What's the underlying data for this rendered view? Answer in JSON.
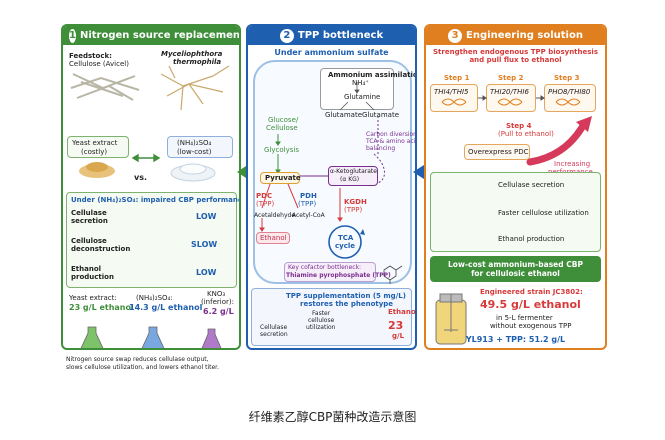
{
  "panel1": {
    "num": "1",
    "title": "Nitrogen source replacement",
    "feedstock": "Feedstock:",
    "cellulose": "Cellulose (Avicel)",
    "organism1": "Myceliophthora",
    "organism2": "thermophila",
    "yeast1": "Yeast extract",
    "yeast2": "(costly)",
    "vs": "vs.",
    "amm1": "(NH₄)₂SO₄",
    "amm2": "(low-cost)",
    "impaired": "Under (NH₄)₂SO₄: impaired CBP performance",
    "rows": [
      {
        "label1": "Cellulase",
        "label2": "secretion",
        "value": "LOW"
      },
      {
        "label1": "Cellulose",
        "label2": "deconstruction",
        "value": "SLOW"
      },
      {
        "label1": "Ethanol",
        "label2": "production",
        "value": "LOW"
      }
    ],
    "yields": [
      {
        "label": "Yeast extract:",
        "value": "23 g/L ethanol"
      },
      {
        "label": "(NH₄)₂SO₄:",
        "value": "14.3 g/L ethanol"
      },
      {
        "label": "KNO₃",
        "label2": "(inferior):",
        "value": "6.2 g/L"
      }
    ],
    "footer1": "Nitrogen source swap reduces cellulase output,",
    "footer2": "slows cellulose utilization, and lowers ethanol titer."
  },
  "panel2": {
    "num": "2",
    "title": "TPP bottleneck",
    "subtitle": "Under ammonium sulfate",
    "amm_assim": "Ammonium assimilation",
    "nh4": "NH₄⁺",
    "glutamine": "Glutamine",
    "glutamate1": "Glutamate",
    "glutamate2": "Glutamate",
    "glucose1": "Glucose/",
    "glucose2": "Cellulose",
    "glycolysis": "Glycolysis",
    "pyruvate": "Pyruvate",
    "akg1": "α-Ketoglutarate",
    "akg2": "(α KG)",
    "carbon1": "Carbon diversion to",
    "carbon2": "TCA & amino acid",
    "carbon3": "balancing",
    "pdc1": "PDC",
    "pdc2": "(TPP)",
    "pdh1": "PDH",
    "pdh2": "(TPP)",
    "acetaldehyde": "Acetaldehyde",
    "acetylcoa": "Acetyl-CoA",
    "ethanol": "Ethanol",
    "kgdh1": "KGDH",
    "kgdh2": "(TPP)",
    "tca1": "TCA",
    "tca2": "cycle",
    "cofactor1": "Key cofactor bottleneck:",
    "cofactor2": "Thiamine pyrophosphate (TPP)",
    "supp1": "TPP supplementation (5 mg/L)",
    "supp2": "restores the phenotype",
    "cellulase1": "Cellulase",
    "cellulase2": "secretion",
    "faster1": "Faster",
    "faster2": "cellulose",
    "faster3": "utilization",
    "eth_label": "Ethanol:",
    "eth_value": "23",
    "eth_unit": "g/L"
  },
  "panel3": {
    "num": "3",
    "title": "Engineering solution",
    "sub1": "Strengthen endogenous TPP biosynthesis",
    "sub2": "and pull flux to ethanol",
    "steps": [
      {
        "label": "Step 1",
        "genes": "THI4/THI5"
      },
      {
        "label": "Step 2",
        "genes": "THI20/THI6"
      },
      {
        "label": "Step 3",
        "genes": "PHO8/THI80"
      }
    ],
    "step4a": "Step 4",
    "step4b": "(Pull to ethanol)",
    "overexpress": "Overexpress PDC",
    "increasing1": "Increasing",
    "increasing2": "performance",
    "results": [
      "Cellulase secretion",
      "Faster cellulose utilization",
      "Ethanol production"
    ],
    "banner1": "Low-cost ammonium-based CBP",
    "banner2": "for cellulosic ethanol",
    "strain": "Engineered strain JC3802:",
    "titer": "49.5 g/L ethanol",
    "ferm1": "in 5-L fermenter",
    "ferm2": "without exogenous TPP",
    "yl": "YL913 + TPP:  51.2 g/L"
  },
  "caption": "纤维素乙醇CBP菌种改造示意图",
  "colors": {
    "green": "#3f8f3a",
    "blue": "#1f5fb0",
    "orange": "#e07f1f",
    "red": "#d63a3a",
    "purple": "#7a2f8f"
  }
}
